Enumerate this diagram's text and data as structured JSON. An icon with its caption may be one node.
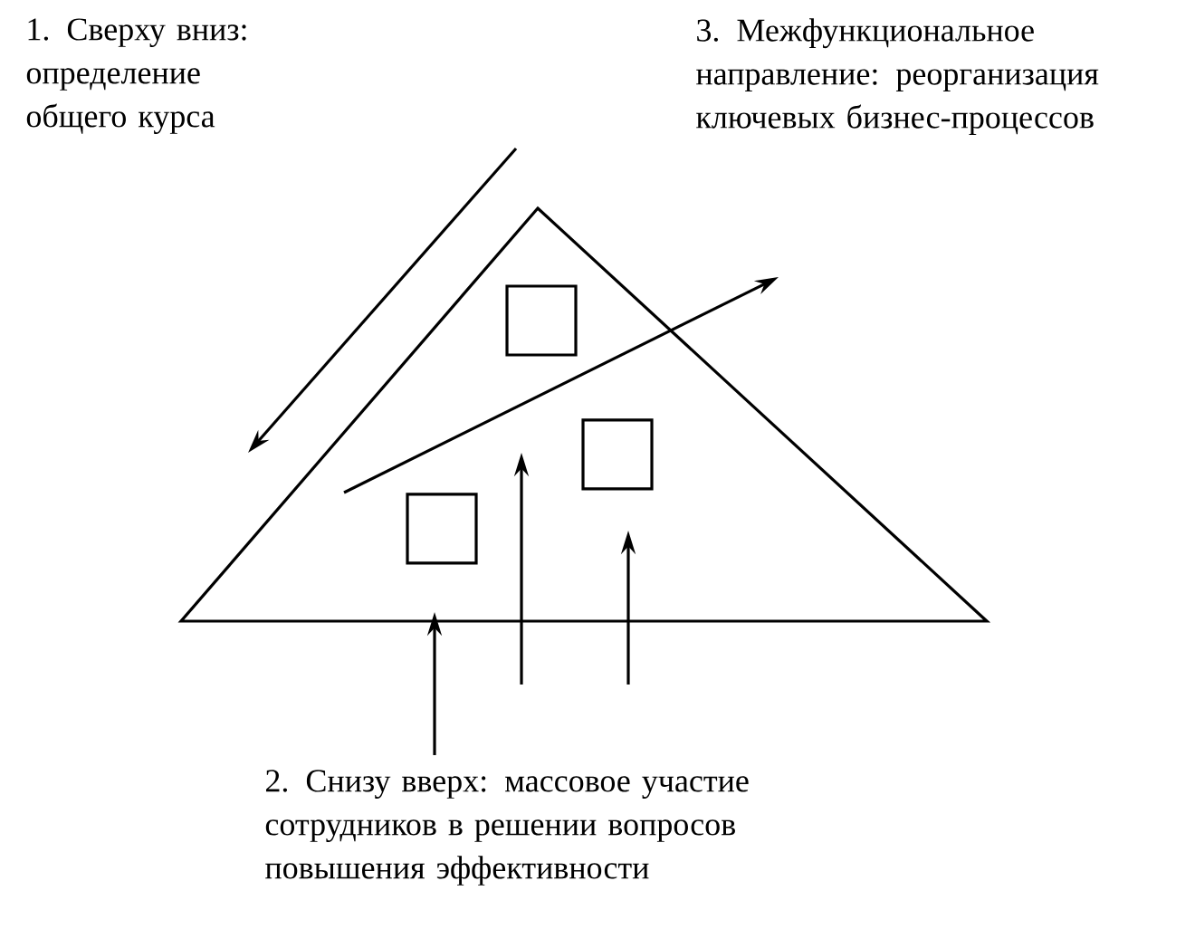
{
  "diagram": {
    "labels": [
      "1. Сверху вниз: определение общего курса",
      "3. Межфункциональное направление: реорганизация ключевых бизнес-процессов",
      "2. Снизу вверх: массовое участие сотрудников в решении вопросов повышения эффективности"
    ]
  }
}
